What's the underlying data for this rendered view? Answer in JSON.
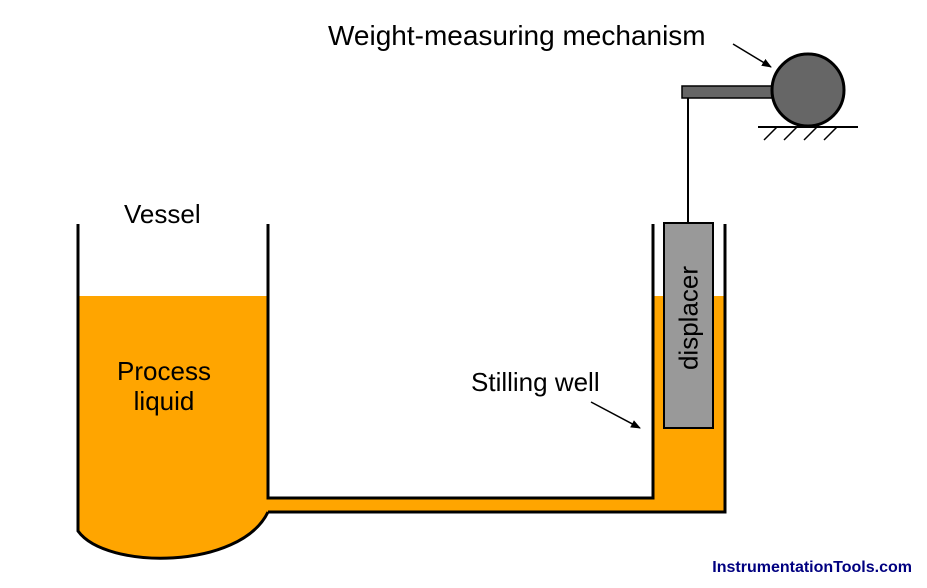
{
  "labels": {
    "mechanism": "Weight-measuring mechanism",
    "vessel": "Vessel",
    "process_line1": "Process",
    "process_line2": "liquid",
    "stilling_well": "Stilling well",
    "displacer": "displacer",
    "watermark": "InstrumentationTools.com"
  },
  "colors": {
    "liquid": "#FFA500",
    "displacer": "#999999",
    "mechanism": "#666666",
    "outline": "#000000",
    "watermark": "#000080"
  }
}
